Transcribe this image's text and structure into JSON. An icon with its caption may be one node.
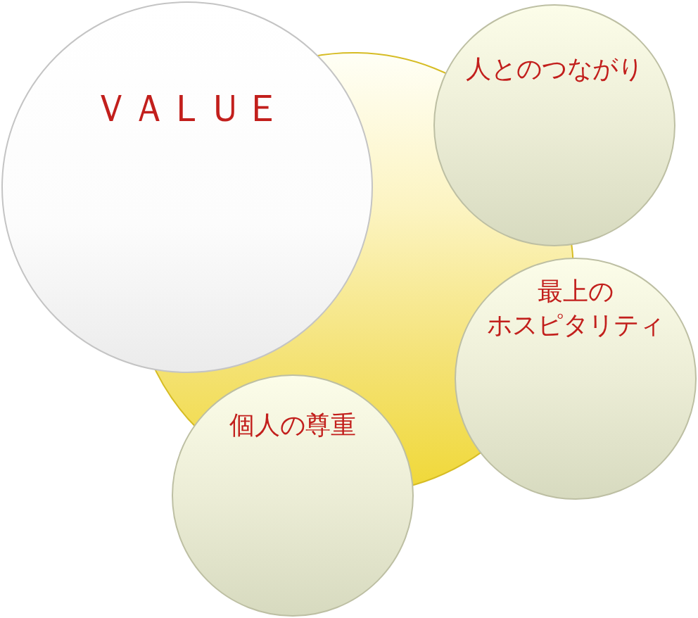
{
  "diagram": {
    "nodes": [
      {
        "text": [
          "ＶＡＬＵＥ"
        ]
      },
      {
        "text": [],
        "shape": "circle"
      },
      {
        "text": [
          "人とのつながり"
        ]
      },
      {
        "text": [
          "最上のホスピタリティ"
        ]
      },
      {
        "text": [
          "個人の尊重"
        ]
      }
    ]
  }
}
